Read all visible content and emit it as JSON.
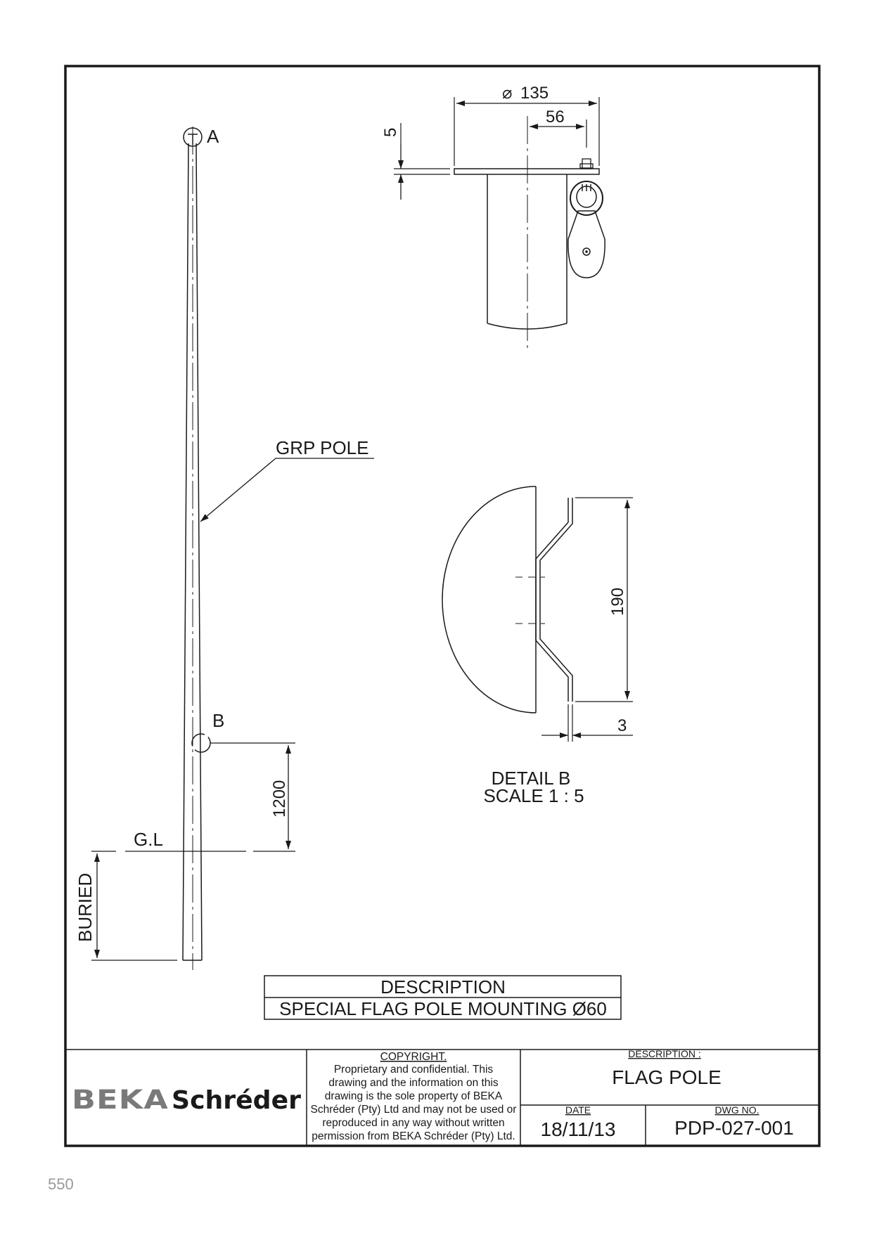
{
  "views": {
    "pole": {
      "marker_a": "A",
      "marker_b": "B",
      "callout": "GRP POLE",
      "ground_label": "G.L",
      "buried_label": "BURIED",
      "dim_height": "1200"
    },
    "top_detail": {
      "dim_diameter": "135",
      "dim_offset": "56",
      "dim_plate": "5"
    },
    "detail_b": {
      "dim_height": "190",
      "dim_thickness": "3",
      "title": "DETAIL B",
      "scale": "SCALE 1 : 5"
    }
  },
  "description_box": {
    "header": "DESCRIPTION",
    "text": "SPECIAL FLAG POLE MOUNTING Ø60"
  },
  "title_block": {
    "logo_left": "BEKA",
    "logo_right": "Schréder",
    "copyright_title": "COPYRIGHT.",
    "copyright_lines": [
      "Proprietary and confidential. This",
      "drawing and the information on this",
      "drawing is the sole property of BEKA",
      "Schréder (Pty) Ltd and may not be used or",
      "reproduced in any way without written",
      "permission from BEKA Schréder (Pty) Ltd."
    ],
    "description_label": "DESCRIPTION :",
    "description_value": "FLAG POLE",
    "date_label": "DATE",
    "date_value": "18/11/13",
    "dwg_label": "DWG NO.",
    "dwg_value": "PDP-027-001"
  },
  "page_number": "550"
}
